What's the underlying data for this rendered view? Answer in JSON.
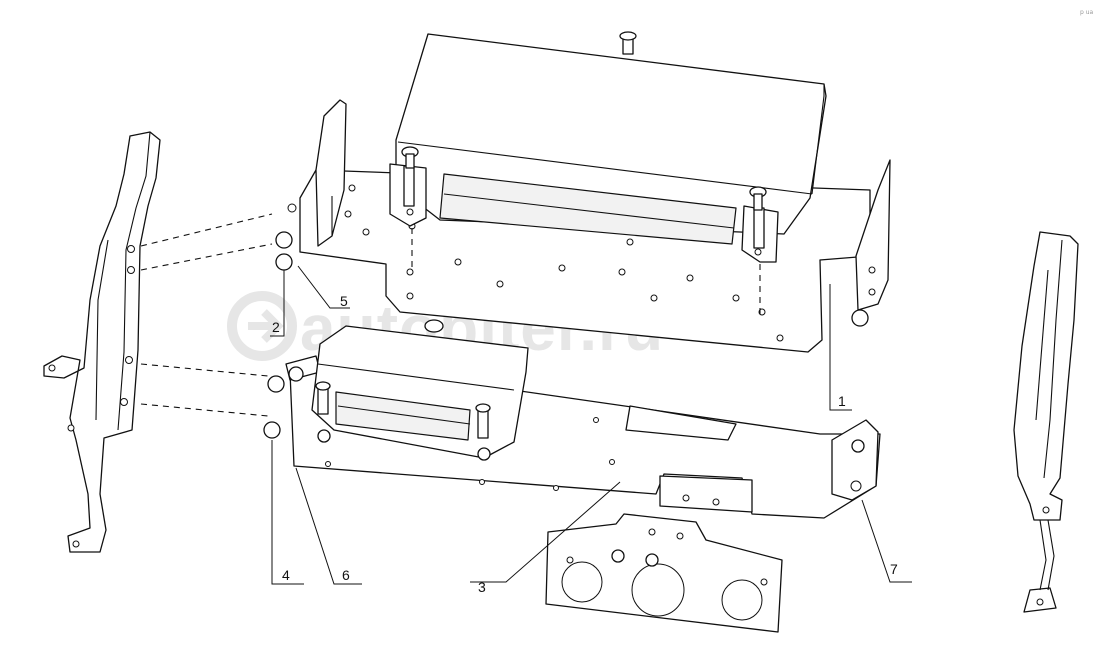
{
  "watermark": "autopiter.ru",
  "corner_mark": "p ua",
  "callouts": [
    "1",
    "2",
    "3",
    "4",
    "5",
    "6",
    "7"
  ]
}
